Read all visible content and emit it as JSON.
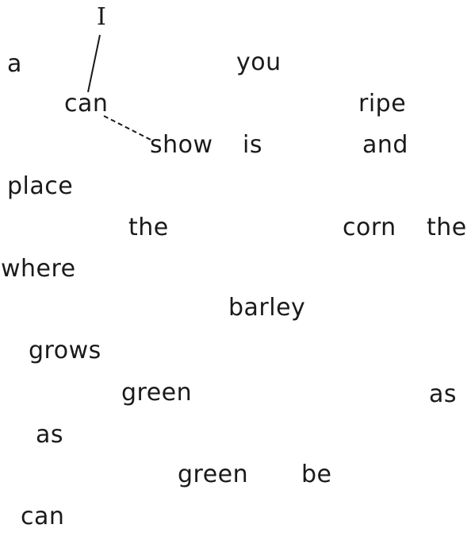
{
  "words": {
    "w_i": "I",
    "w_a": "a",
    "w_you": "you",
    "w_can1": "can",
    "w_ripe": "ripe",
    "w_show": "show",
    "w_is": "is",
    "w_and": "and",
    "w_place": "place",
    "w_the1": "the",
    "w_corn": "corn",
    "w_the2": "the",
    "w_where": "where",
    "w_barley": "barley",
    "w_grows": "grows",
    "w_green1": "green",
    "w_as1": "as",
    "w_as2": "as",
    "w_green2": "green",
    "w_be": "be",
    "w_can2": "can"
  },
  "links": [
    {
      "from": "I",
      "to": "can",
      "style": "solid"
    },
    {
      "from": "can",
      "to": "show",
      "style": "dashed"
    }
  ],
  "colors": {
    "text": "#1a1a1a",
    "line": "#1a1a1a"
  }
}
